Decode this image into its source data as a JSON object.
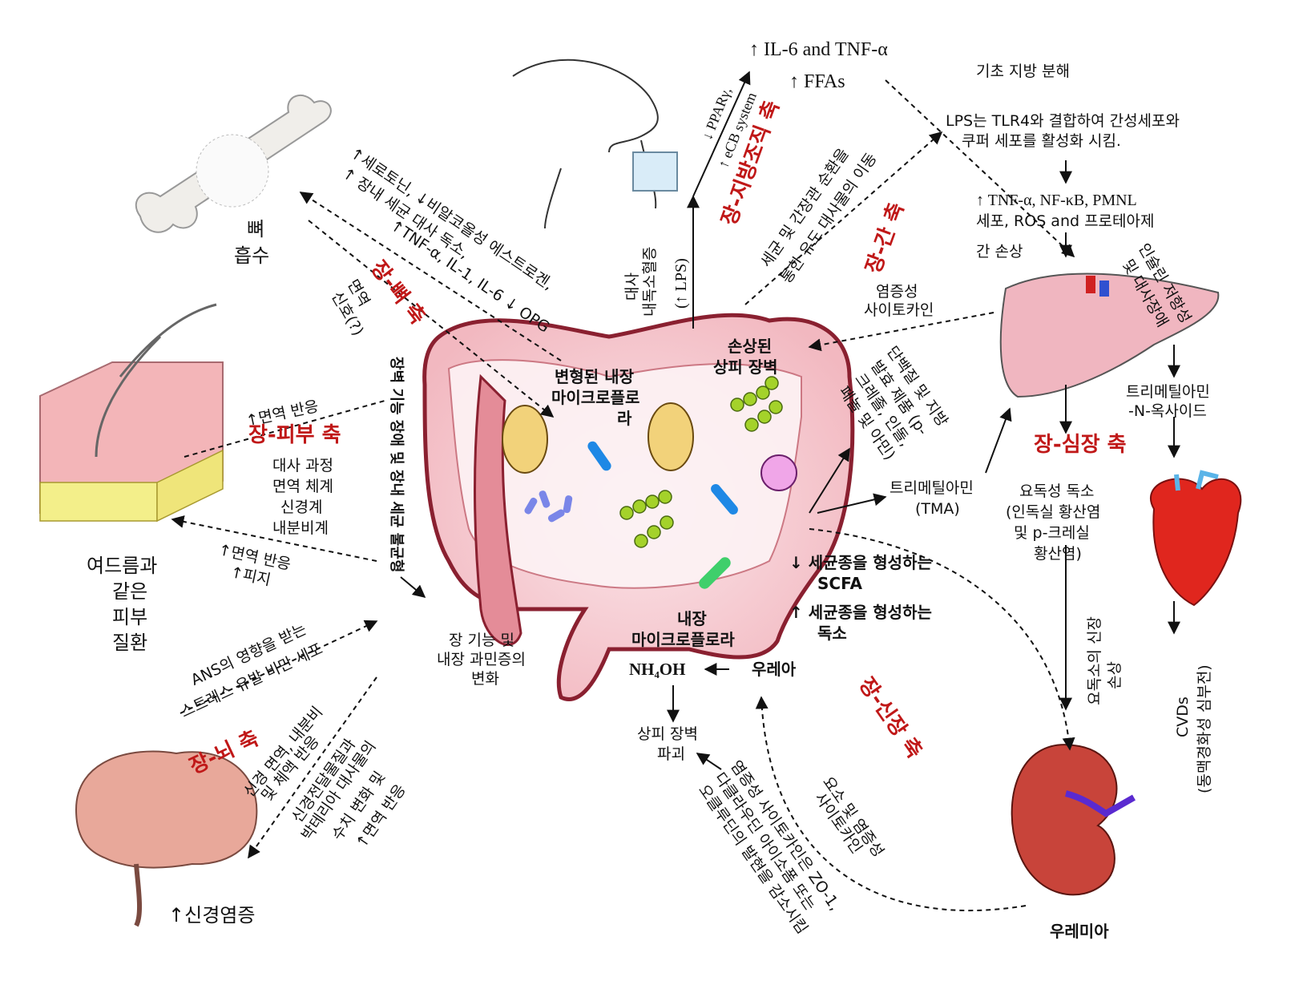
{
  "axes": {
    "adipose": "장-지방조직 축",
    "liver": "장-간 축",
    "bone": "장-뼈 축",
    "skin": "장-피부 축",
    "brain": "장-뇌 축",
    "heart": "장-심장 축",
    "kidney": "장-신장 축"
  },
  "top": {
    "il6": "↑ IL-6 and TNF-α",
    "ffas": "↑ FFAs",
    "ppar": "↓ PPARγ,",
    "ecb": "↑ eCB system",
    "endotoxemia_1": "대사",
    "endotoxemia_2": "내독소혈증",
    "endotoxemia_3": "(↑ LPS)",
    "lipolysis": "기초 지방 분해"
  },
  "liver": {
    "lps_1": "LPS는 TLR4와 결합하여 간성세포와",
    "lps_2": "쿠퍼 세포를 활성화 시킴.",
    "tnf_1": "↑ TNF-α, NF-κB, PMNL",
    "tnf_2": "세포, ROS and 프로테아제",
    "damage": "간 손상",
    "insulin_1": "인슐린 저항성",
    "insulin_2": "및 대사장애",
    "circ_1": "세균 및 간장관 순환을",
    "circ_2": "통한 유도 대사물의 이동",
    "cytokine_1": "염증성",
    "cytokine_2": "사이토카인",
    "protein_1": "단백질 및 지방",
    "protein_2": "발효 제품 (p-",
    "protein_3": "크레졸, 인돌,",
    "protein_4": "페놀 및 아민)"
  },
  "heart": {
    "tmao_1": "트리메틸아민",
    "tmao_2": "-N-옥사이드",
    "cvd_1": "CVDs",
    "cvd_2": "(동맥경화성 심부전)"
  },
  "bone": {
    "label_1": "뼈",
    "label_2": "흡수",
    "line_1": "↑세로토닌, ↓비알코올성 에스트로겐,",
    "line_2": "↑ 장내 세균 대사 독소,",
    "line_3": "↑TNF-α, IL-1, IL-6 ↓ OPG",
    "immune_1": "면역",
    "immune_2": "신호(?)"
  },
  "skin": {
    "immune": "↑면역 반응",
    "list": [
      "대사 과정",
      "면역 체계",
      "신경계",
      "내분비계"
    ],
    "immune2": "↑면역 반응",
    "sebum": "↑피지",
    "acne_1": "여드름과",
    "acne_2": "같은",
    "acne_3": "피부",
    "acne_4": "질환"
  },
  "brain": {
    "ans_1": "ANS의 영향을 받는",
    "ans_2": "스트레스 유발 비만 세포",
    "nerve_1": "신경 면역, 내분비",
    "nerve_2": "및 체액 반응",
    "neuro_1": "신경전달물질과",
    "neuro_2": "박테리아 대사물의",
    "neuro_3": "수치 변화 및",
    "neuro_4": "↑면역 반응",
    "neuroinflammation": "↑신경염증"
  },
  "gut": {
    "altered_1": "변형된 내장",
    "altered_2": "마이크로플로",
    "altered_3": "라",
    "damaged_1": "손상된",
    "damaged_2": "상피 장벽",
    "vertical": "장벽 기능 장애 및 장내 세균 불균형",
    "ibs_1": "장 기능 및",
    "ibs_2": "내장 과민증의",
    "ibs_3": "변화",
    "tma_1": "트리메틸아민",
    "tma_2": "(TMA)",
    "scfa_1": "↓ 세균종을 형성하는",
    "scfa_2": "SCFA",
    "scfa_3": "↑ 세균종을 형성하는",
    "scfa_4": "독소",
    "micro_1": "내장",
    "micro_2": "마이크로플로라",
    "nh4oh": "NH₄OH",
    "urea": "우레아",
    "barrier_1": "상피 장벽",
    "barrier_2": "파괴"
  },
  "kidney": {
    "uremic_1": "요독성 독소",
    "uremic_2": "(인독실 황산염",
    "uremic_3": "및 p-크레실",
    "uremic_4": "황산염)",
    "damage_1": "요독소의 신장",
    "damage_2": "손상",
    "uremia": "우레미아",
    "oxygen_1": "요소 및 염증성",
    "oxygen_2": "사이토카인",
    "tight_1": "염증성 사이토카인은 ZO-1,",
    "tight_2": "다클라우딘 아이소폼 또는",
    "tight_3": "오클루딘의 발현을 감소시킴"
  },
  "colors": {
    "axis": "#c01818",
    "intestine": "#e8a0a8",
    "arrow": "#111111"
  }
}
